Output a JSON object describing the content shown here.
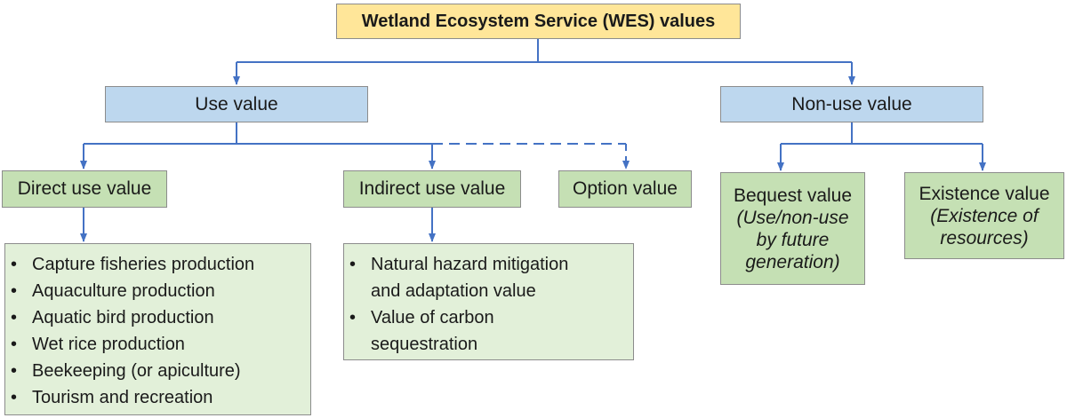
{
  "diagram": {
    "root": {
      "label": "Wetland Ecosystem Service (WES) values"
    },
    "use_value": {
      "label": "Use value",
      "children": {
        "direct": {
          "label": "Direct use value",
          "items": [
            "Capture fisheries production",
            "Aquaculture production",
            "Aquatic bird production",
            "Wet rice production",
            "Beekeeping (or apiculture)",
            "Tourism and recreation"
          ]
        },
        "indirect": {
          "label": "Indirect use value",
          "items": [
            "Natural hazard mitigation",
            "and adaptation value",
            "Value of carbon",
            "sequestration"
          ]
        },
        "option": {
          "label": "Option value"
        }
      }
    },
    "non_use_value": {
      "label": "Non-use value",
      "children": {
        "bequest": {
          "label": "Bequest value",
          "detail_lines": [
            "(Use/non-use",
            "by future",
            "generation)"
          ]
        },
        "existence": {
          "label": "Existence value",
          "detail_lines": [
            "(Existence of",
            "resources)"
          ]
        }
      }
    },
    "connector_color": "#4472c4"
  }
}
